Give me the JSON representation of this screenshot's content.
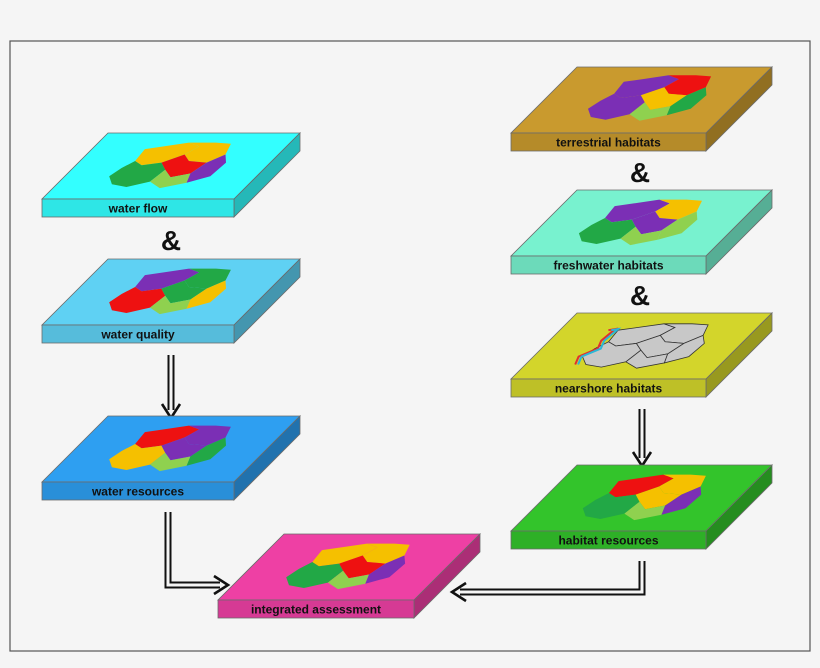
{
  "connector_symbol": "&",
  "colors": {
    "water_flow": "#33ffff",
    "water_quality": "#5fd1f3",
    "water_resources": "#2e9ff1",
    "integrated_assessment": "#ee40a4",
    "terrestrial_habitats": "#c99a2e",
    "freshwater_habitats": "#78f2cf",
    "nearshore_habitats": "#d3d52b",
    "habitat_resources": "#33c42b",
    "map_red": "#ee1111",
    "map_purple": "#7b2fb5",
    "map_yellow": "#f5c000",
    "map_green": "#22a846",
    "map_lightgreen": "#8fd14f",
    "map_gray": "#c8c8c8"
  },
  "layers": [
    {
      "id": "water-flow",
      "label": "water flow",
      "color_key": "water_flow",
      "map": "A"
    },
    {
      "id": "water-quality",
      "label": "water  quality",
      "color_key": "water_quality",
      "map": "B"
    },
    {
      "id": "water-resources",
      "label": "water resources",
      "color_key": "water_resources",
      "map": "C"
    },
    {
      "id": "integrated-assessment",
      "label": "integrated assessment",
      "color_key": "integrated_assessment",
      "map": "D"
    },
    {
      "id": "terrestrial-habitats",
      "label": "terrestrial habitats",
      "color_key": "terrestrial_habitats",
      "map": "E"
    },
    {
      "id": "freshwater-habitats",
      "label": "freshwater habitats",
      "color_key": "freshwater_habitats",
      "map": "F"
    },
    {
      "id": "nearshore-habitats",
      "label": "nearshore habitats",
      "color_key": "nearshore_habitats",
      "map": "G"
    },
    {
      "id": "habitat-resources",
      "label": "habitat resources",
      "color_key": "habitat_resources",
      "map": "H"
    }
  ],
  "links": [
    {
      "from": "water-flow",
      "to": "water-quality",
      "type": "and"
    },
    {
      "from": "water-quality",
      "to": "water-resources",
      "type": "arrow"
    },
    {
      "from": "water-resources",
      "to": "integrated-assessment",
      "type": "arrow"
    },
    {
      "from": "terrestrial-habitats",
      "to": "freshwater-habitats",
      "type": "and"
    },
    {
      "from": "freshwater-habitats",
      "to": "nearshore-habitats",
      "type": "and"
    },
    {
      "from": "nearshore-habitats",
      "to": "habitat-resources",
      "type": "arrow"
    },
    {
      "from": "habitat-resources",
      "to": "integrated-assessment",
      "type": "arrow"
    }
  ]
}
